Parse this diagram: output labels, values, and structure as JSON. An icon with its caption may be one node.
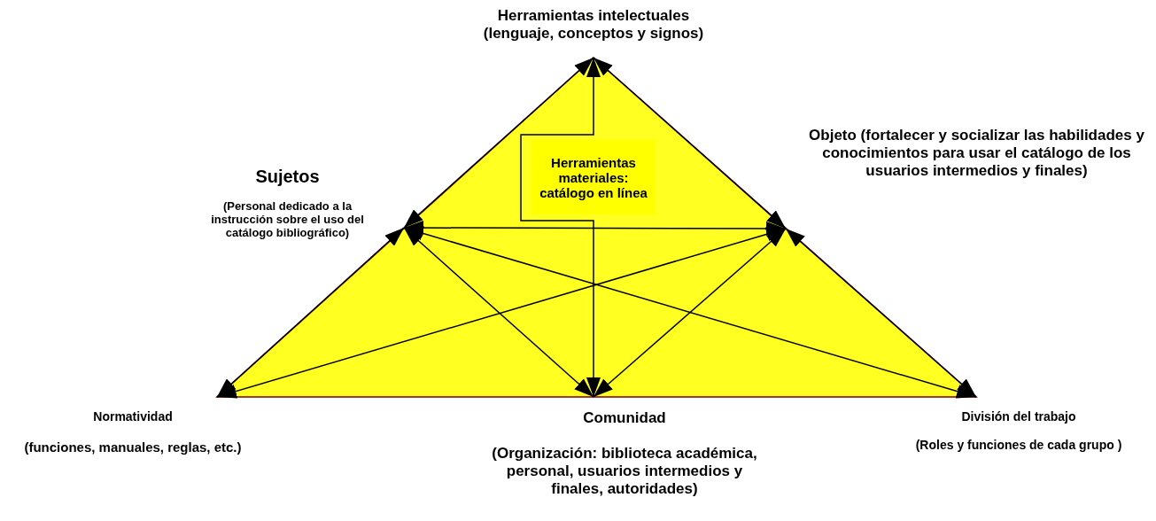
{
  "diagram": {
    "nodes": [
      {
        "text": [
          "Herramientas intelectuales (lenguaje, conceptos y signos)"
        ]
      },
      {
        "text": [
          "Sujetos",
          "(Personal dedicado a la instrucción sobre el uso del catálogo bibliográfico)"
        ]
      },
      {
        "text": [
          "Herramientas materiales: catálogo en línea"
        ]
      },
      {
        "text": [
          "Objeto (fortalecer y socializar las habilidades y conocimientos para usar el catálogo de los usuarios intermedios y finales)"
        ]
      },
      {
        "text": [
          "Normatividad",
          "(funciones, manuales, reglas, etc.)"
        ]
      },
      {
        "text": [
          "Comunidad",
          "(Organización: biblioteca académica, personal, usuarios intermedios y finales, autoridades)"
        ]
      },
      {
        "text": [
          "División del trabajo",
          "(Roles y funciones de cada grupo )"
        ]
      }
    ],
    "edges": [
      {
        "from": 0,
        "to": 1,
        "arrow": "both"
      },
      {
        "from": 0,
        "to": 3,
        "arrow": "both"
      },
      {
        "from": 0,
        "to": 5,
        "arrow": "both"
      },
      {
        "from": 1,
        "to": 4,
        "arrow": "both"
      },
      {
        "from": 3,
        "to": 6,
        "arrow": "both"
      },
      {
        "from": 1,
        "to": 3,
        "arrow": "both"
      },
      {
        "from": 1,
        "to": 5,
        "arrow": "both"
      },
      {
        "from": 3,
        "to": 5,
        "arrow": "both"
      },
      {
        "from": 1,
        "to": 6,
        "arrow": "both"
      },
      {
        "from": 3,
        "to": 4,
        "arrow": "both"
      }
    ]
  }
}
